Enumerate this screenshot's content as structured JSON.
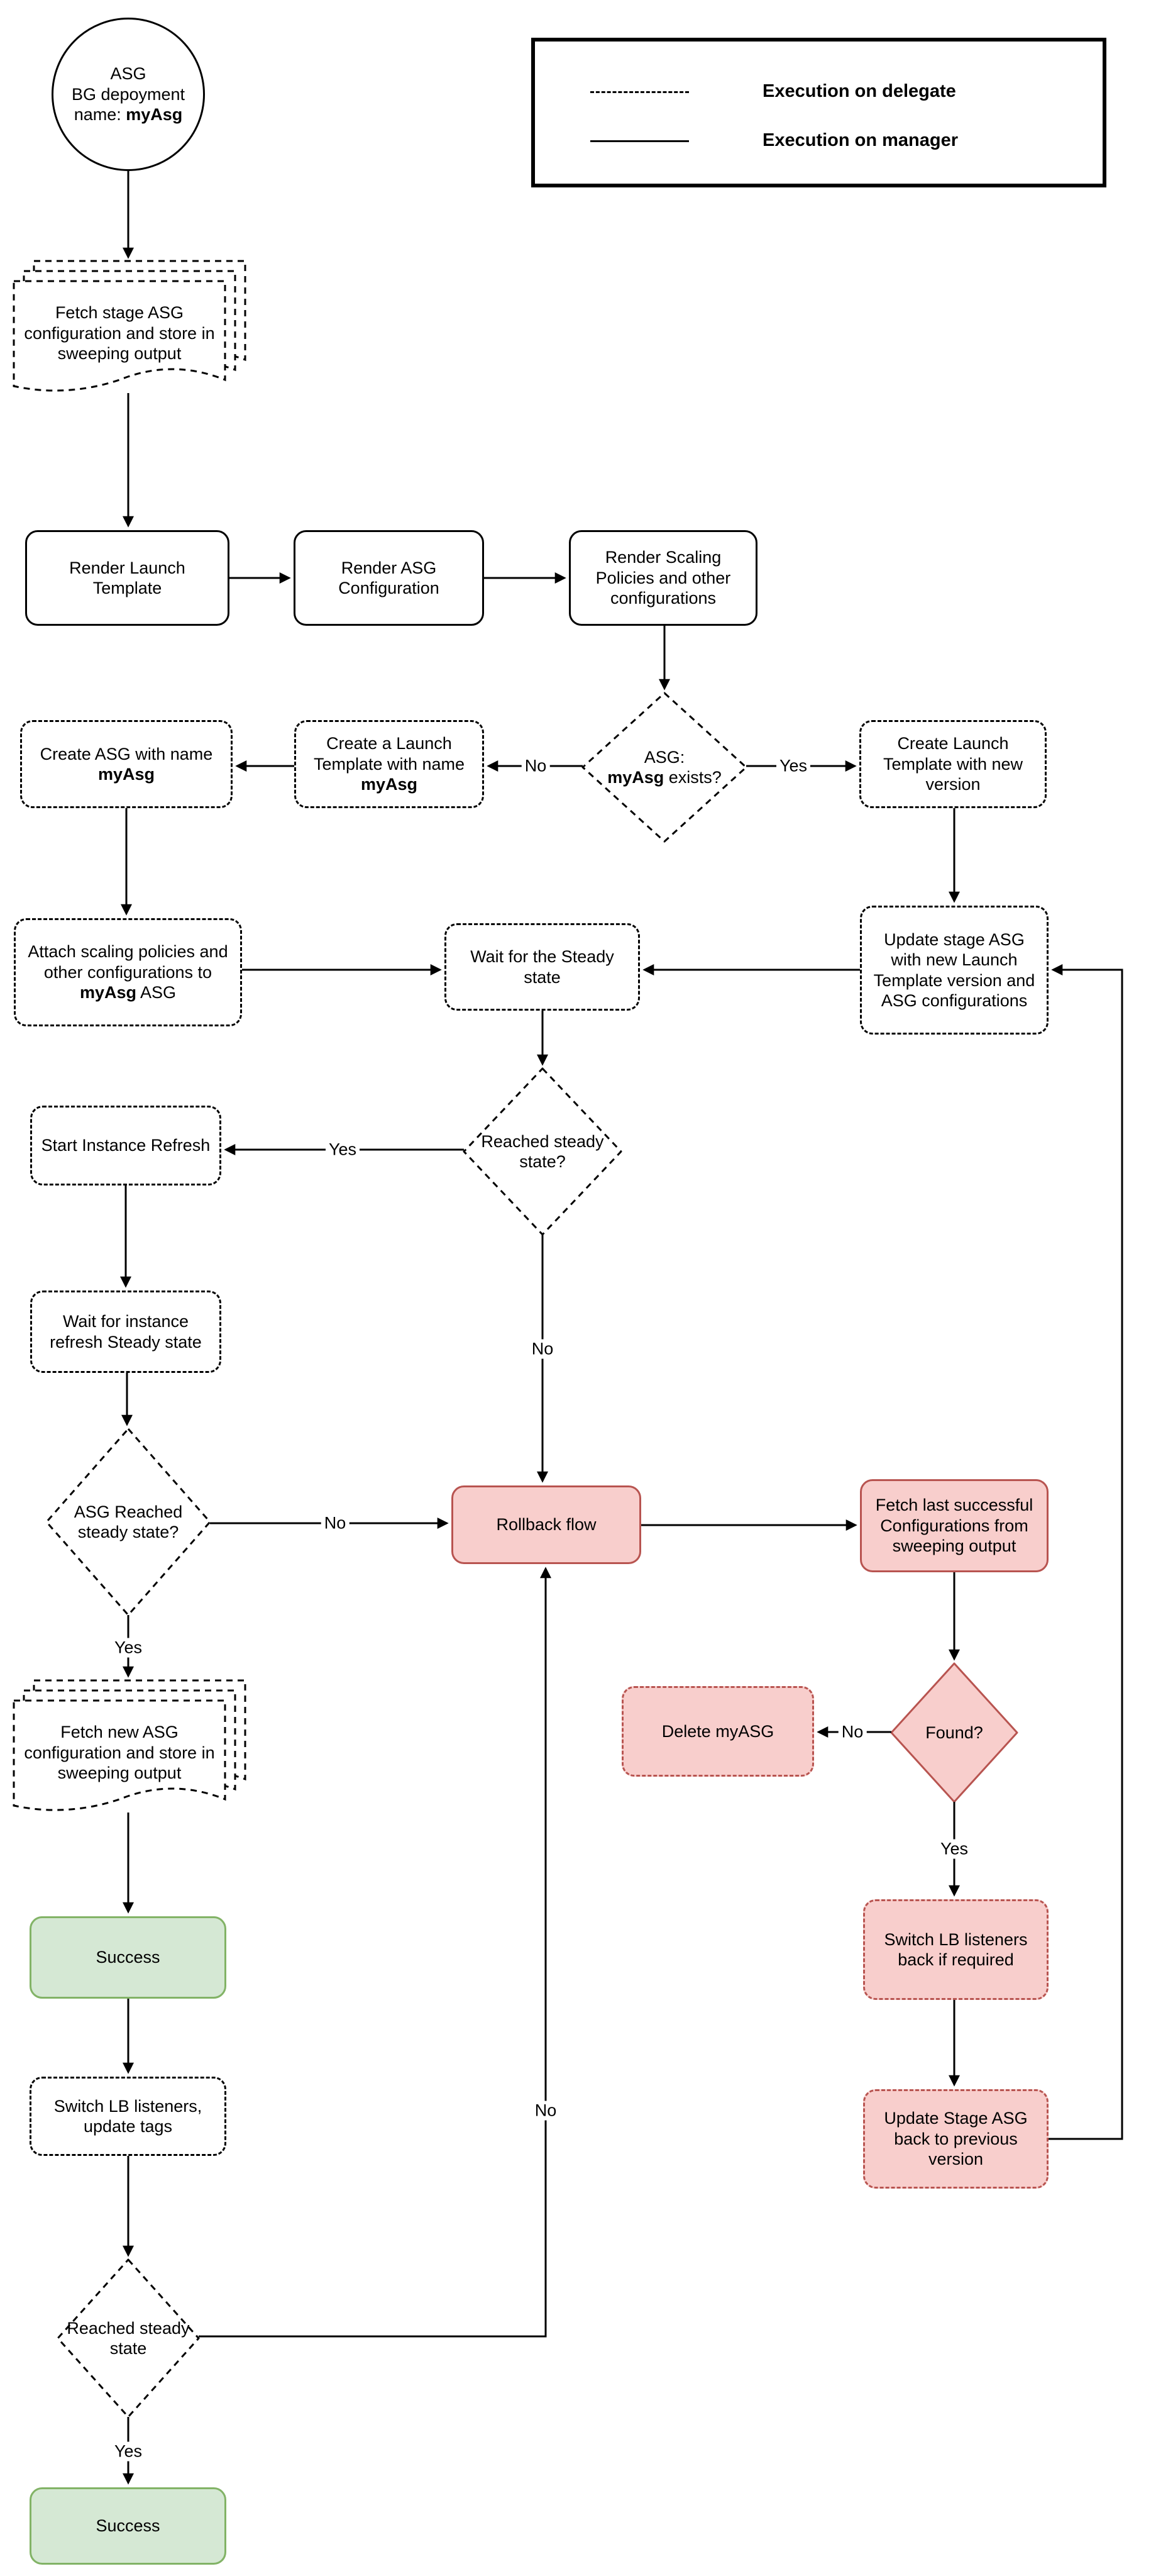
{
  "legend": {
    "items": [
      {
        "style": "dashed",
        "label": "Execution on delegate"
      },
      {
        "style": "solid",
        "label": "Execution on manager"
      }
    ]
  },
  "colors": {
    "danger_fill": "#f8cecc",
    "danger_border": "#b85450",
    "success_fill": "#d5e8d4",
    "success_border": "#82b366",
    "stroke": "#000000"
  },
  "nodes": {
    "start": {
      "line1": "ASG",
      "line2": "BG depoyment",
      "line3_prefix": "name: ",
      "line3_bold": "myAsg"
    },
    "fetch_stage_doc": {
      "text": "Fetch stage ASG configuration and store in sweeping output"
    },
    "render_launch": {
      "text": "Render Launch Template"
    },
    "render_asg": {
      "text": "Render ASG Configuration"
    },
    "render_scaling": {
      "text": "Render Scaling Policies and other configurations"
    },
    "asg_exists": {
      "line1": "ASG:",
      "line2_bold": "myAsg",
      "line2_suffix": " exists?"
    },
    "create_launch_new": {
      "text": "Create Launch Template with new version"
    },
    "create_launch_myasg": {
      "prefix": "Create a Launch Template with name ",
      "bold": "myAsg"
    },
    "create_asg": {
      "prefix": "Create ASG with name ",
      "bold": "myAsg"
    },
    "attach_policies": {
      "prefix": "Attach scaling policies and other configurations to ",
      "bold": "myAsg",
      "suffix": " ASG"
    },
    "wait_steady": {
      "text": "Wait for the Steady state"
    },
    "update_stage_asg": {
      "text": "Update stage ASG with new Launch Template version and ASG configurations"
    },
    "reached_steady_1": {
      "text": "Reached steady state?"
    },
    "start_refresh": {
      "text": "Start Instance Refresh"
    },
    "wait_refresh": {
      "text": "Wait for instance refresh Steady state"
    },
    "asg_reached": {
      "text": "ASG Reached steady state?"
    },
    "rollback": {
      "text": "Rollback flow"
    },
    "fetch_last": {
      "text": "Fetch last successful Configurations from sweeping output"
    },
    "found": {
      "text": "Found?"
    },
    "delete_myasg": {
      "text": "Delete myASG"
    },
    "switch_lb_back": {
      "text": "Switch LB listeners back if required"
    },
    "update_back": {
      "text": "Update Stage ASG back to previous version"
    },
    "fetch_new_doc": {
      "text": "Fetch new ASG configuration and store in sweeping output"
    },
    "success_1": {
      "text": "Success"
    },
    "switch_lb": {
      "text": "Switch LB listeners, update tags"
    },
    "reached_steady_2": {
      "text": "Reached steady state"
    },
    "success_2": {
      "text": "Success"
    }
  },
  "edge_labels": {
    "no_exists": "No",
    "yes_exists": "Yes",
    "yes_reached1": "Yes",
    "no_reached1": "No",
    "no_asg_reached": "No",
    "yes_asg_reached": "Yes",
    "no_found": "No",
    "yes_found": "Yes",
    "no_reached2": "No",
    "yes_reached2": "Yes"
  }
}
